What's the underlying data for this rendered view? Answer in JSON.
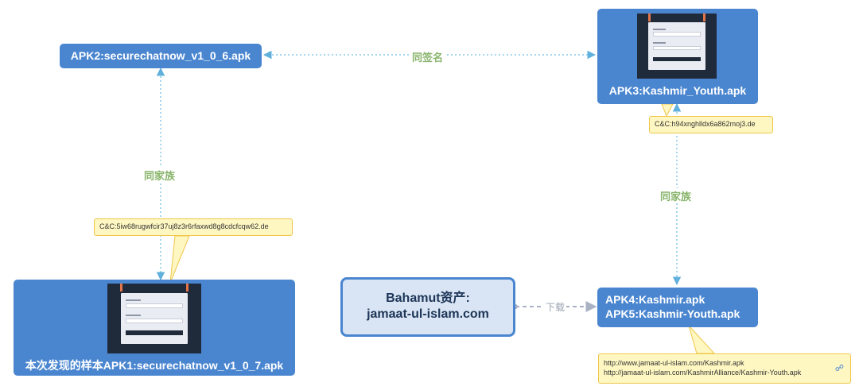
{
  "nodes": {
    "apk2": "APK2:securechatnow_v1_0_6.apk",
    "apk3": "APK3:Kashmir_Youth.apk",
    "apk1": "本次发现的样本APK1:securechatnow_v1_0_7.apk",
    "asset_line1": "Bahamut资产:",
    "asset_line2": "jamaat-ul-islam.com",
    "apk4": "APK4:Kashmir.apk",
    "apk5": "APK5:Kashmir-Youth.apk"
  },
  "callouts": {
    "cc_apk3": "C&C:h94xnghlldx6a862moj3.de",
    "cc_apk1": "C&C:5iw68rugwfcir37uj8z3r6rfaxwd8g8cdcfcqw62.de",
    "url1": "http://www.jamaat-ul-islam.com/Kashmir.apk",
    "url2": "http://jamaat-ul-islam.com/KashmirAlliance/Kashmir-Youth.apk"
  },
  "edges": {
    "same_signature": "同签名",
    "same_family_left": "同家族",
    "same_family_right": "同家族",
    "download": "下载"
  },
  "colors": {
    "node_fill": "#4a86d0",
    "edge_dotted": "#88c8e8",
    "edge_label": "#8ab56d",
    "callout_fill": "#fff7c2",
    "callout_border": "#f0c64a",
    "asset_fill": "#d9e5f4",
    "asset_border": "#4a86d0",
    "download_edge": "#a8b2c4"
  },
  "icons": {
    "link": "link-icon"
  }
}
